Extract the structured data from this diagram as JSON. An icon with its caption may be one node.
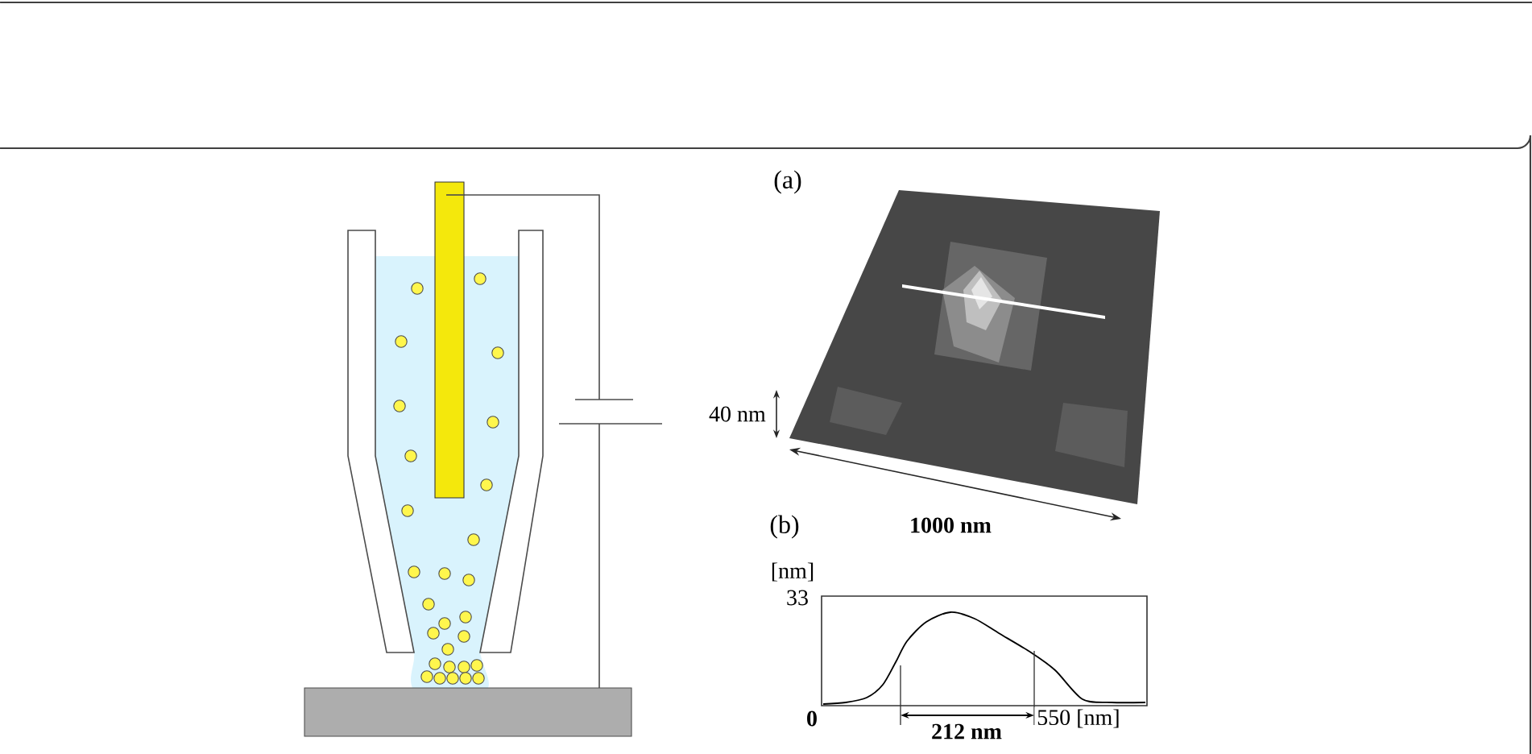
{
  "diagram": {
    "labels": [
      "(a)",
      "40 nm",
      "1000 nm",
      "(b)",
      "[nm]",
      "33",
      "0",
      "550 [nm]",
      "212 nm"
    ]
  }
}
